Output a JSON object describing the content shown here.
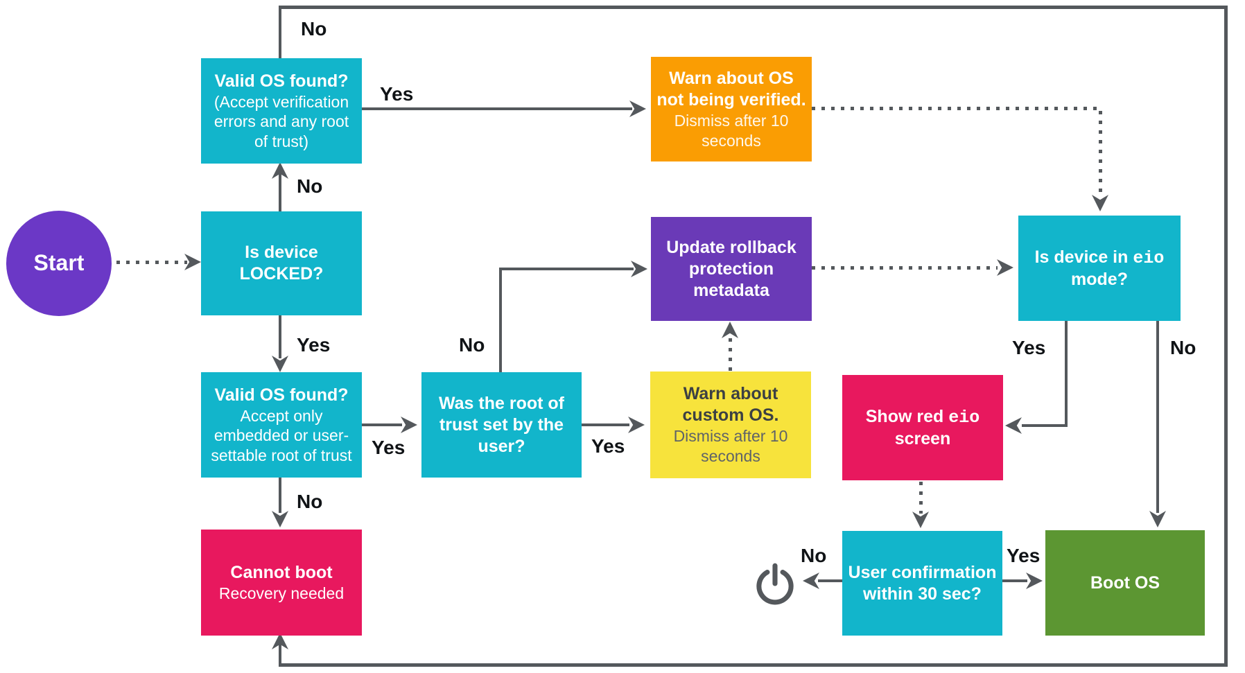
{
  "nodes": {
    "start": {
      "label": "Start"
    },
    "valid_os_any": {
      "title": "Valid OS found?",
      "subtitle": "(Accept verification errors and any root of trust)"
    },
    "device_locked": {
      "title": "Is device LOCKED?"
    },
    "valid_os_strict": {
      "title": "Valid OS found?",
      "subtitle": "Accept only embedded or user-settable root of trust"
    },
    "cannot_boot": {
      "title": "Cannot boot",
      "subtitle": "Recovery needed"
    },
    "was_root_user": {
      "title": "Was the root of trust set by the user?"
    },
    "warn_unverified": {
      "title": "Warn about OS not being verified.",
      "subtitle": "Dismiss after 10 seconds"
    },
    "update_rollback": {
      "title": "Update rollback protection metadata"
    },
    "warn_custom": {
      "title": "Warn about custom OS.",
      "subtitle": "Dismiss after 10 seconds"
    },
    "eio_mode": {
      "prefix": "Is device in ",
      "code": "eio",
      "suffix": " mode?"
    },
    "show_red": {
      "prefix": "Show red ",
      "code": "eio",
      "suffix": " screen"
    },
    "user_confirm": {
      "title": "User confirmation within 30 sec?"
    },
    "boot_os": {
      "title": "Boot OS"
    },
    "power_off": {
      "icon": "power-icon"
    }
  },
  "edges": {
    "no_top": {
      "label": "No"
    },
    "yes_warn": {
      "label": "Yes"
    },
    "no_locked": {
      "label": "No"
    },
    "yes_locked": {
      "label": "Yes"
    },
    "yes_strict": {
      "label": "Yes"
    },
    "no_strict": {
      "label": "No"
    },
    "no_was_root": {
      "label": "No"
    },
    "yes_was_root": {
      "label": "Yes"
    },
    "yes_eio": {
      "label": "Yes"
    },
    "no_eio": {
      "label": "No"
    },
    "yes_confirm": {
      "label": "Yes"
    },
    "no_confirm": {
      "label": "No"
    }
  },
  "colors": {
    "cyan": "#12b5cb",
    "purple": "#6a3ab7",
    "start-purple": "#6b38c6",
    "pink": "#e8185e",
    "orange": "#fa9d03",
    "yellow": "#f7e33c",
    "green": "#5c9632",
    "line": "#54585c",
    "ink": "#101316",
    "yellow-ink": "#3c4043",
    "yellow-subink": "#5f6368"
  }
}
